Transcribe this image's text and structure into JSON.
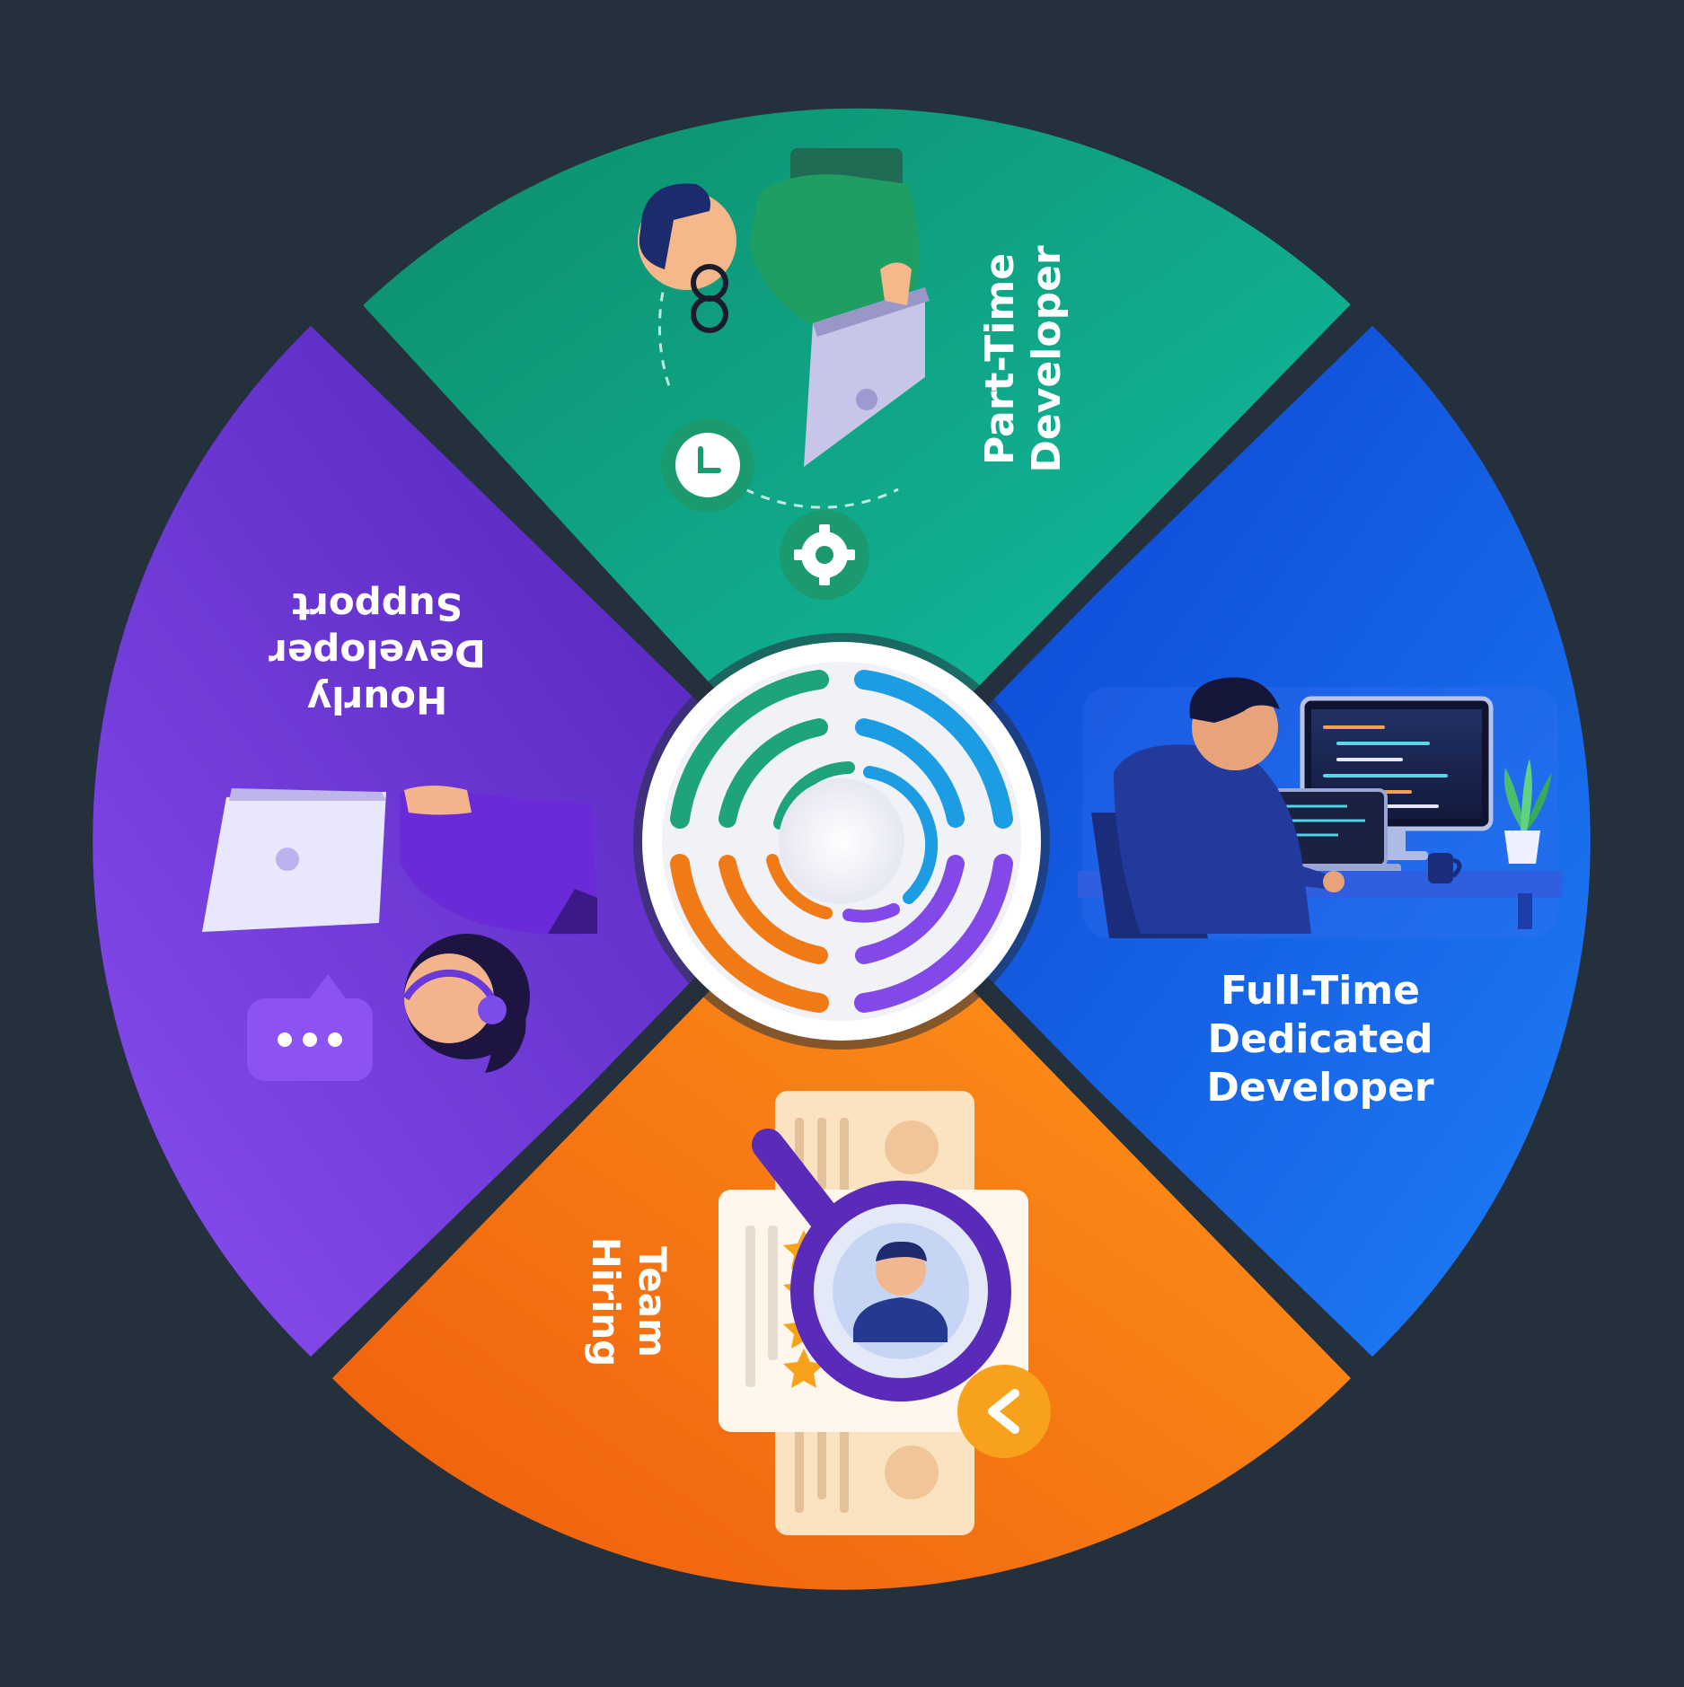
{
  "background": "#25303d",
  "segments": [
    {
      "id": "part-time",
      "lines": [
        "Part-Time",
        "Developer"
      ],
      "colors": [
        "#0d8d6a",
        "#12c2a7"
      ],
      "icon": "developer-laptop-clock-gear-icon"
    },
    {
      "id": "full-time",
      "lines": [
        "Full-Time",
        "Dedicated",
        "Developer"
      ],
      "colors": [
        "#0b3fd0",
        "#1e7ef5"
      ],
      "icon": "developer-desk-monitor-icon"
    },
    {
      "id": "team-hiring",
      "lines": [
        "Team",
        "Hiring"
      ],
      "colors": [
        "#ef5c0d",
        "#ff9a1a"
      ],
      "icon": "candidate-search-magnifier-icon"
    },
    {
      "id": "hourly-support",
      "lines": [
        "Hourly",
        "Developer",
        "Support"
      ],
      "colors": [
        "#4b1fb4",
        "#8a4ef0"
      ],
      "icon": "support-agent-headset-chat-icon"
    }
  ],
  "center_logo": {
    "icon": "concentric-rings-logo-icon",
    "colors": [
      "#1fa37a",
      "#1c9de3",
      "#ef7a16",
      "#8248e8"
    ]
  }
}
